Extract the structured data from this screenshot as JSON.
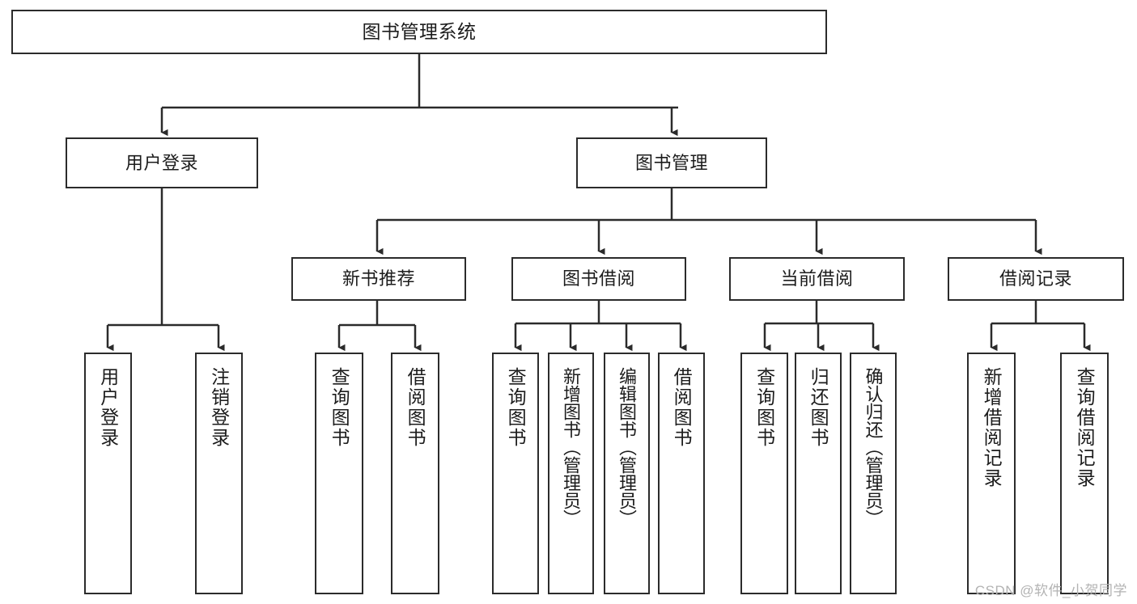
{
  "diagram": {
    "title": "图书管理系统",
    "type": "hierarchy-tree",
    "style": {
      "box_stroke": "#2b2b2b",
      "box_fill": "#ffffff",
      "connector_stroke": "#2b2b2b",
      "text_color": "#1c1c1c",
      "background": "#ffffff",
      "watermark_color": "#b3b3b3"
    },
    "watermark": "CSDN @软件_小贺同学",
    "nodes": {
      "root": {
        "label": "图书管理系统"
      },
      "level1": [
        {
          "label": "用户登录"
        },
        {
          "label": "图书管理"
        }
      ],
      "level2": [
        {
          "label": "新书推荐"
        },
        {
          "label": "图书借阅"
        },
        {
          "label": "当前借阅"
        },
        {
          "label": "借阅记录"
        }
      ],
      "leaves": {
        "user_login": [
          {
            "label": "用户登录"
          },
          {
            "label": "注销登录"
          }
        ],
        "new_book_recommend": [
          {
            "label": "查询图书"
          },
          {
            "label": "借阅图书"
          }
        ],
        "book_borrow": [
          {
            "label": "查询图书"
          },
          {
            "label": "新增图书（管理员）"
          },
          {
            "label": "编辑图书（管理员）"
          },
          {
            "label": "借阅图书"
          }
        ],
        "current_borrow": [
          {
            "label": "查询图书"
          },
          {
            "label": "归还图书"
          },
          {
            "label": "确认归还（管理员）"
          }
        ],
        "borrow_record": [
          {
            "label": "新增借阅记录"
          },
          {
            "label": "查询借阅记录"
          }
        ]
      }
    }
  }
}
